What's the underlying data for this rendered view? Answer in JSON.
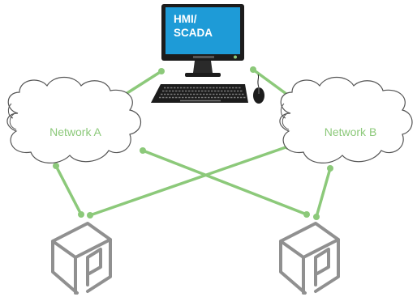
{
  "hmi": {
    "screen_line1": "HMI/",
    "screen_line2": "SCADA",
    "screen_color": "#1e9bd7",
    "screen_text_color": "#ffffff"
  },
  "networks": [
    {
      "label": "Network A"
    },
    {
      "label": "Network B"
    }
  ],
  "colors": {
    "link": "#8cc97a",
    "cloud_stroke": "#555555",
    "label_text": "#8cc97a",
    "device": "#909090",
    "computer": "#1c1c1c"
  },
  "icons": {
    "workstation": "desktop-computer-icon",
    "cloud": "cloud-icon",
    "device": "controller-icon"
  }
}
